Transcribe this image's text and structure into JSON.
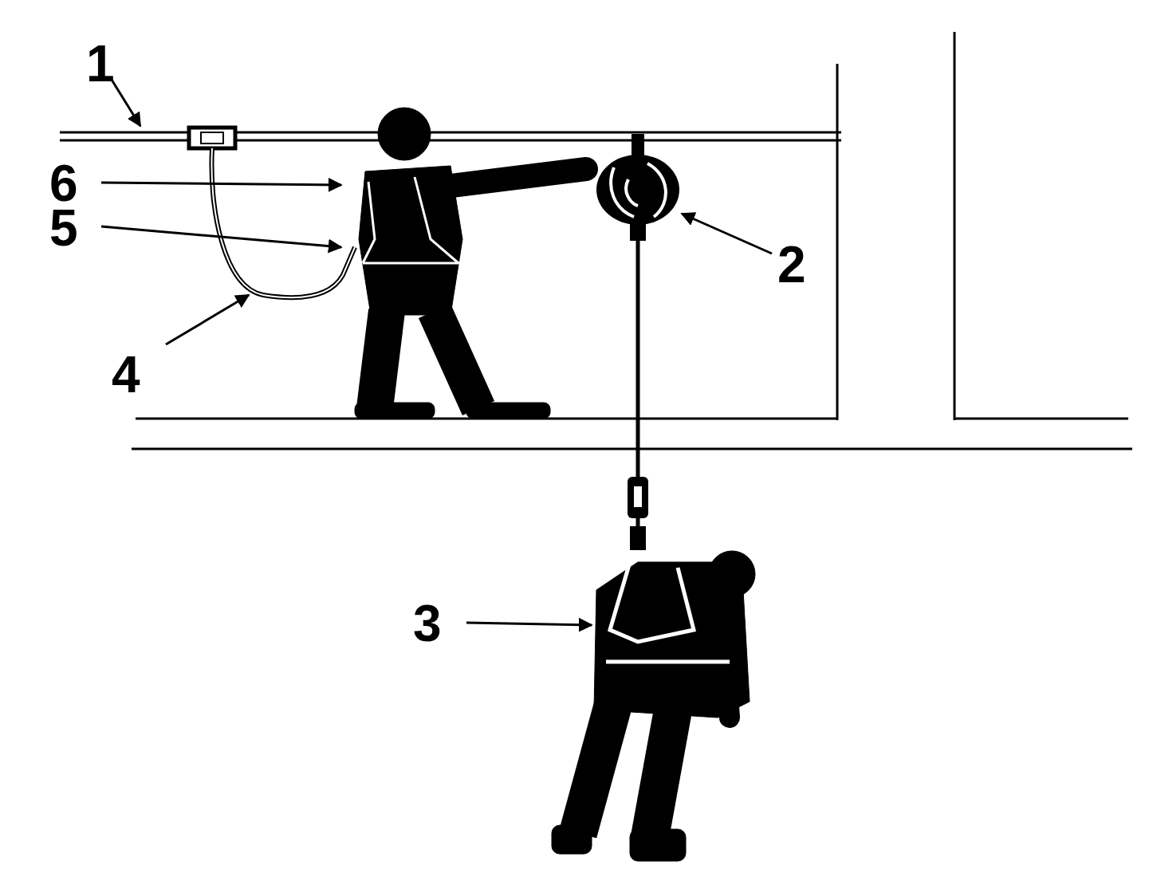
{
  "diagram": {
    "labels": [
      "1",
      "6",
      "5",
      "2",
      "4",
      "3"
    ]
  }
}
